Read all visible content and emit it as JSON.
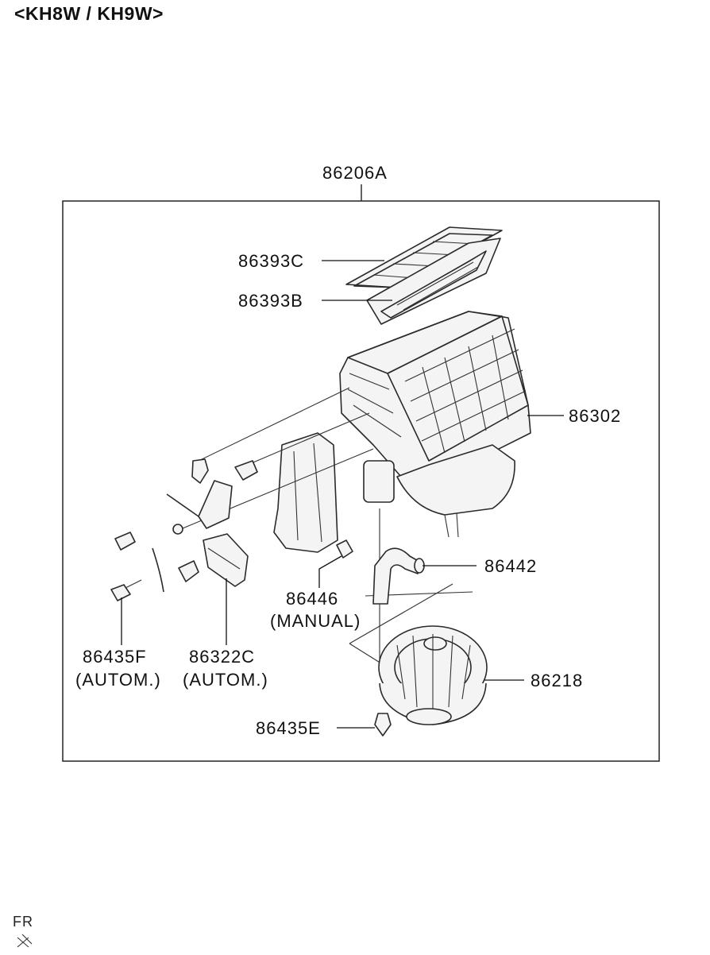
{
  "model_title": "<KH8W / KH9W>",
  "assembly": {
    "part_no": "86206A"
  },
  "callouts": [
    {
      "part_no": "86393C",
      "note": ""
    },
    {
      "part_no": "86393B",
      "note": ""
    },
    {
      "part_no": "86302",
      "note": ""
    },
    {
      "part_no": "86442",
      "note": ""
    },
    {
      "part_no": "86446",
      "note": "(MANUAL)"
    },
    {
      "part_no": "86435F",
      "note": "(AUTOM.)"
    },
    {
      "part_no": "86322C",
      "note": "(AUTOM.)"
    },
    {
      "part_no": "86218",
      "note": ""
    },
    {
      "part_no": "86435E",
      "note": ""
    }
  ],
  "footer_code": "FR",
  "colors": {
    "line": "#2a2a2a",
    "text": "#111111",
    "frame": "#222222"
  }
}
